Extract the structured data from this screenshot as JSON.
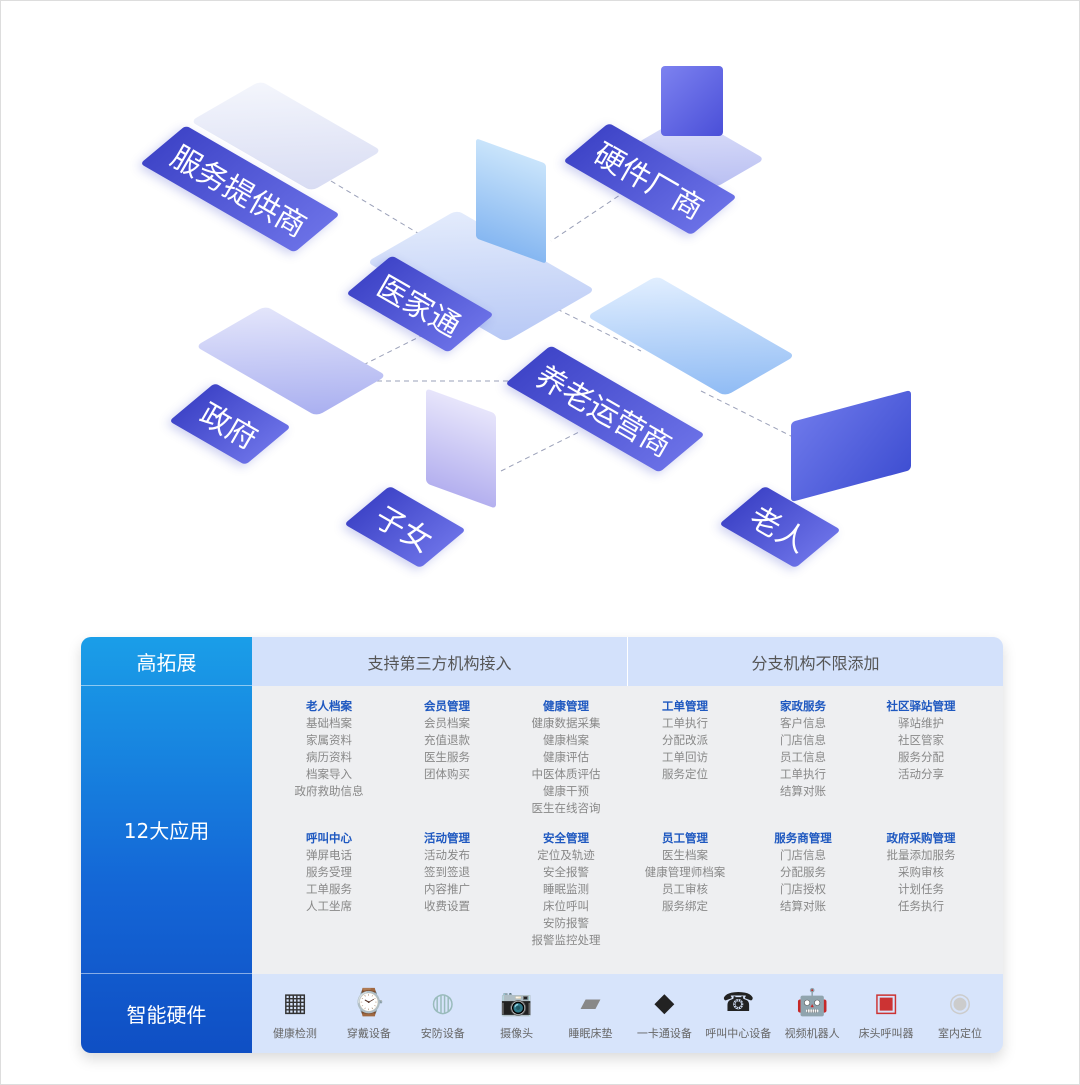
{
  "diagram": {
    "nodes": [
      "服务提供商",
      "硬件厂商",
      "医家通",
      "政府",
      "养老运营商",
      "子女",
      "老人"
    ]
  },
  "table": {
    "rows": {
      "expand": "高拓展",
      "apps": "12大应用",
      "hardware": "智能硬件"
    },
    "header": [
      "支持第三方机构接入",
      "分支机构不限添加"
    ],
    "applications": [
      {
        "title": "老人档案",
        "items": [
          "基础档案",
          "家属资料",
          "病历资料",
          "档案导入",
          "政府救助信息"
        ]
      },
      {
        "title": "会员管理",
        "items": [
          "会员档案",
          "充值退款",
          "医生服务",
          "团体购买"
        ]
      },
      {
        "title": "健康管理",
        "items": [
          "健康数据采集",
          "健康档案",
          "健康评估",
          "中医体质评估",
          "健康干预",
          "医生在线咨询"
        ]
      },
      {
        "title": "工单管理",
        "items": [
          "工单执行",
          "分配改派",
          "工单回访",
          "服务定位"
        ]
      },
      {
        "title": "家政服务",
        "items": [
          "客户信息",
          "门店信息",
          "员工信息",
          "工单执行",
          "结算对账"
        ]
      },
      {
        "title": "社区驿站管理",
        "items": [
          "驿站维护",
          "社区管家",
          "服务分配",
          "活动分享"
        ]
      },
      {
        "title": "呼叫中心",
        "items": [
          "弹屏电话",
          "服务受理",
          "工单服务",
          "人工坐席"
        ]
      },
      {
        "title": "活动管理",
        "items": [
          "活动发布",
          "签到签退",
          "内容推广",
          "收费设置"
        ]
      },
      {
        "title": "安全管理",
        "items": [
          "定位及轨迹",
          "安全报警",
          "睡眠监测",
          "床位呼叫",
          "安防报警",
          "报警监控处理"
        ]
      },
      {
        "title": "员工管理",
        "items": [
          "医生档案",
          "健康管理师档案",
          "员工审核",
          "服务绑定"
        ]
      },
      {
        "title": "服务商管理",
        "items": [
          "门店信息",
          "分配服务",
          "门店授权",
          "结算对账"
        ]
      },
      {
        "title": "政府采购管理",
        "items": [
          "批量添加服务",
          "采购审核",
          "计划任务",
          "任务执行"
        ]
      }
    ],
    "hardware": [
      {
        "label": "健康检测",
        "icon": "health-monitor-icon"
      },
      {
        "label": "穿戴设备",
        "icon": "smartwatch-icon"
      },
      {
        "label": "安防设备",
        "icon": "security-device-icon"
      },
      {
        "label": "摄像头",
        "icon": "camera-icon"
      },
      {
        "label": "睡眠床垫",
        "icon": "mattress-icon"
      },
      {
        "label": "一卡通设备",
        "icon": "card-reader-icon"
      },
      {
        "label": "呼叫中心设备",
        "icon": "telephone-icon"
      },
      {
        "label": "视频机器人",
        "icon": "robot-icon"
      },
      {
        "label": "床头呼叫器",
        "icon": "bedside-caller-icon"
      },
      {
        "label": "室内定位",
        "icon": "indoor-locator-icon"
      }
    ]
  },
  "colors": {
    "accent": "#1466d6",
    "label": "#4a50d6",
    "title": "#1e58c0"
  }
}
